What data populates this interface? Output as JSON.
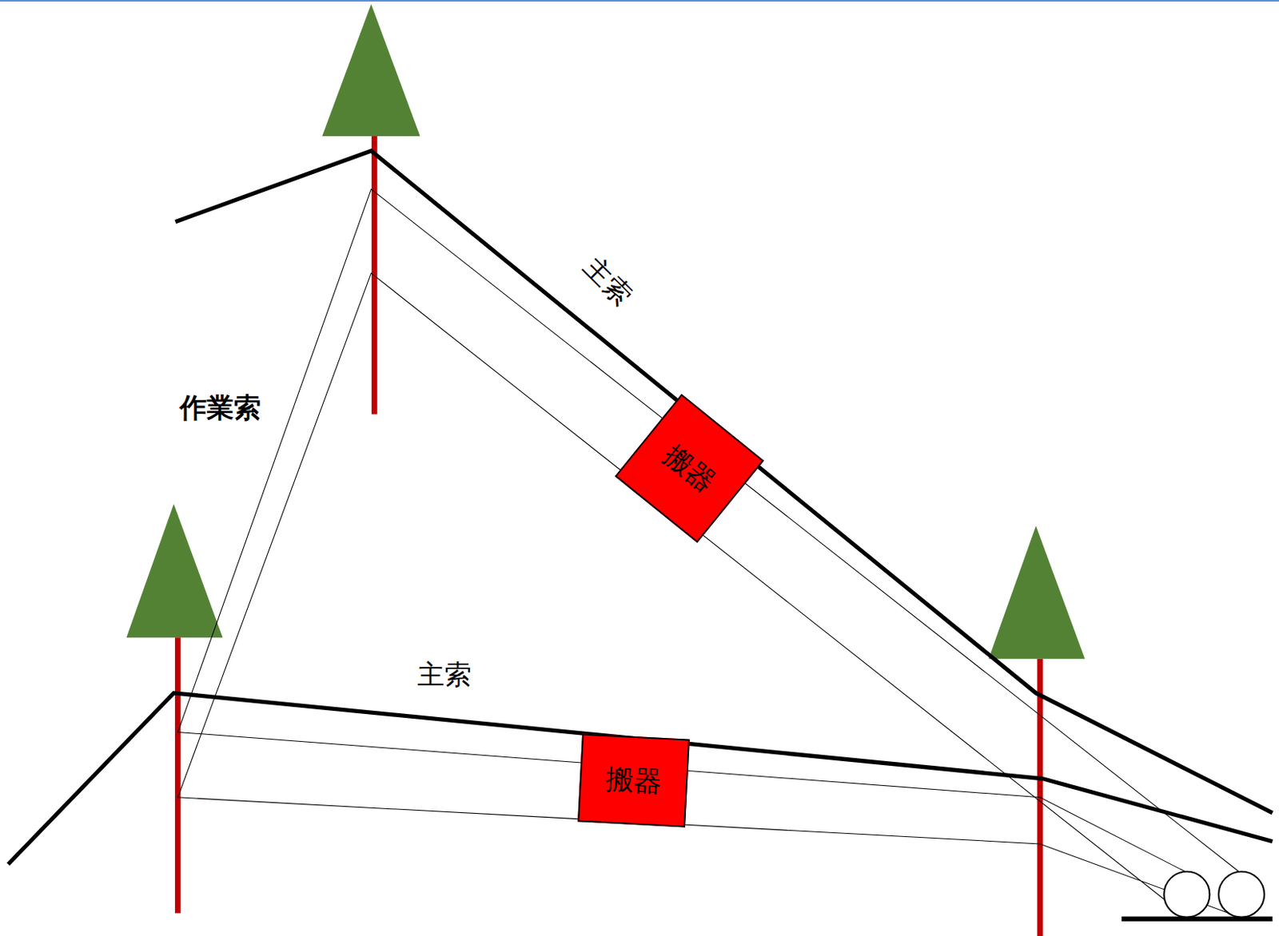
{
  "diagram": {
    "nodes": [
      {
        "text": [
          "搬器"
        ]
      },
      {
        "text": [
          "搬器"
        ]
      }
    ],
    "labels": [
      "主索",
      "作業索",
      "主索"
    ]
  }
}
